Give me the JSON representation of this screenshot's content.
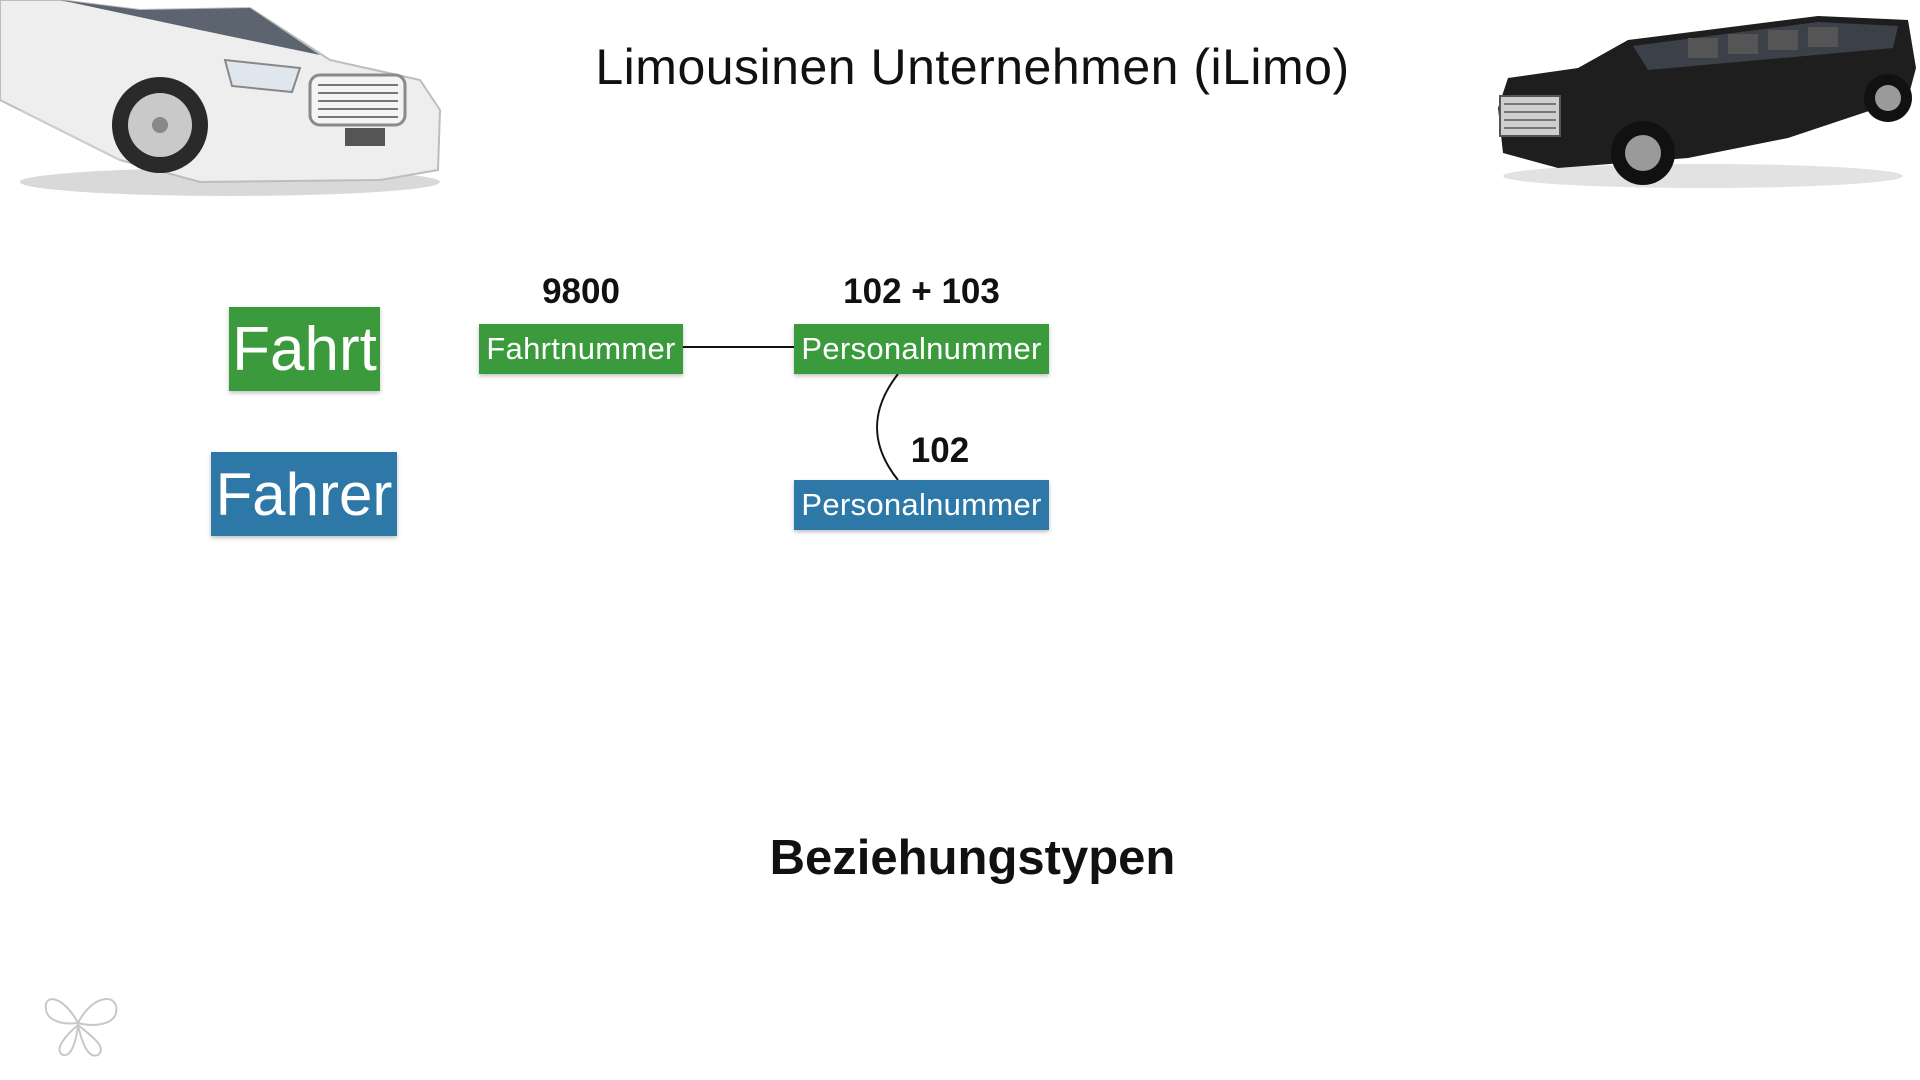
{
  "header": {
    "title": "Limousinen Unternehmen (iLimo)"
  },
  "entities": [
    {
      "label": "Fahrt",
      "color": "#3a9a3c"
    },
    {
      "label": "Fahrer",
      "color": "#2e78a8"
    }
  ],
  "attributes": {
    "fahrt_nummer": {
      "label": "Fahrtnummer",
      "value": "9800"
    },
    "fahrt_personal": {
      "label": "Personalnummer",
      "value": "102 + 103"
    },
    "fahrer_personal": {
      "label": "Personalnummer",
      "value": "102"
    }
  },
  "footer": {
    "label": "Beziehungstypen"
  },
  "images": {
    "left_car": "white sedan limousine",
    "right_car": "black stretch suv limousine",
    "logo": "butterfly-logo"
  },
  "colors": {
    "green": "#3a9a3c",
    "blue": "#2e78a8"
  }
}
